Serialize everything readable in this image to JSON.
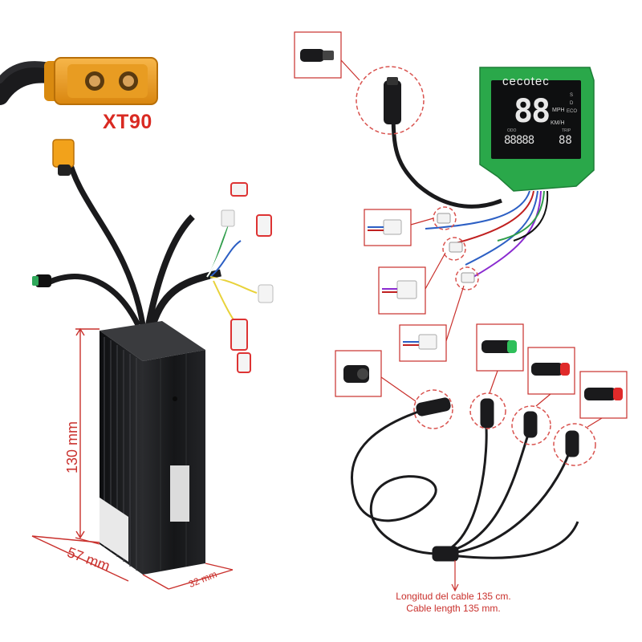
{
  "labels": {
    "connector_name": "XT90",
    "height_dim": "130 mm",
    "width_dim": "57 mm",
    "depth_dim": "32 mm",
    "cable_length_es": "Longitud del cable 135 cm.",
    "cable_length_en": "Cable length 135 mm."
  },
  "display": {
    "brand": "cecotec",
    "speed_digits": "88",
    "unit_mph": "MPH",
    "unit_kmh": "KM/H",
    "odo_digits": "88888",
    "trip_digits": "88",
    "mode_eco": "ECO",
    "mode_d": "D",
    "mode_s": "S",
    "odo_label": "ODO",
    "trip_label": "TRIP"
  },
  "colors": {
    "dim_red": "#c9302c",
    "xt90_red": "#d92a22",
    "pcb_green": "#2aa84a",
    "connector_yellow": "#f2a21b",
    "controller_black": "#1d1e20",
    "callout_dash": "#d9534f",
    "button_green": "#2fbf5a",
    "button_red": "#e02a2a"
  }
}
